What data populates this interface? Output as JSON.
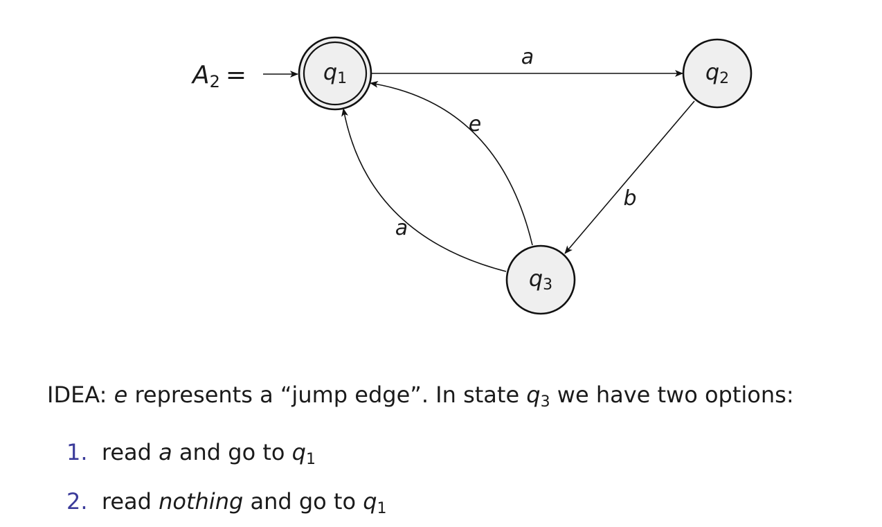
{
  "diagram": {
    "automaton_name": "A",
    "automaton_subscript": "2",
    "equals": "=",
    "states": [
      {
        "id": "q1",
        "label": "q",
        "subscript": "1",
        "initial": true,
        "accepting": true
      },
      {
        "id": "q2",
        "label": "q",
        "subscript": "2",
        "initial": false,
        "accepting": false
      },
      {
        "id": "q3",
        "label": "q",
        "subscript": "3",
        "initial": false,
        "accepting": false
      }
    ],
    "edges": [
      {
        "from": "q1",
        "to": "q2",
        "label": "a"
      },
      {
        "from": "q2",
        "to": "q3",
        "label": "b"
      },
      {
        "from": "q3",
        "to": "q1",
        "label": "e"
      },
      {
        "from": "q3",
        "to": "q1",
        "label": "a"
      }
    ]
  },
  "explanation": {
    "idea_prefix": "IDEA: ",
    "idea_symbol": "e",
    "idea_middle": " represents a “jump edge”. In state ",
    "idea_state": "q",
    "idea_state_sub": "3",
    "idea_suffix": " we have two options:",
    "items": [
      {
        "number": "1.",
        "before": "read ",
        "emph": "a",
        "after": " and go to ",
        "state": "q",
        "state_sub": "1"
      },
      {
        "number": "2.",
        "before": "read ",
        "emph": "nothing",
        "after": " and go to ",
        "state": "q",
        "state_sub": "1"
      }
    ]
  },
  "colors": {
    "state_fill": "#efefef",
    "stroke": "#111111",
    "list_number": "#3b3b9a"
  }
}
